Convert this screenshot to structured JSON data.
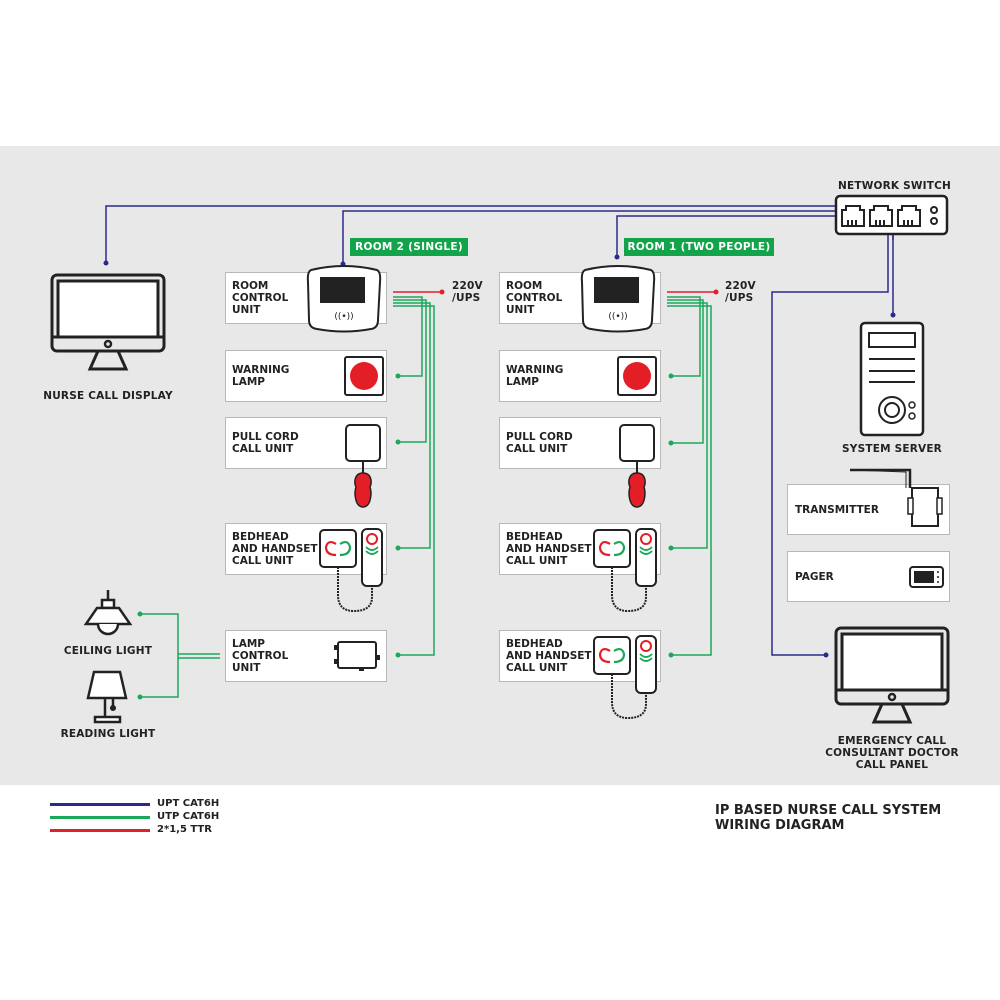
{
  "colors": {
    "background_panel": "#e8e8e8",
    "upt_cat6h": "#2a2a8c",
    "utp_cat6h": "#1aa85a",
    "ttr": "#e0202a",
    "room_tag": "#13a34a",
    "warning_lamp": "#e41e26"
  },
  "devices": {
    "network_switch": "NETWORK SWITCH",
    "nurse_call_display": "NURSE CALL DISPLAY",
    "system_server": "SYSTEM SERVER",
    "transmitter": "TRANSMITTER",
    "pager": "PAGER",
    "emergency_panel": "EMERGENCY CALL\nCONSULTANT DOCTOR\nCALL PANEL",
    "ceiling_light": "CEILING LIGHT",
    "reading_light": "READING LIGHT"
  },
  "rooms": [
    {
      "tag": "ROOM 2 (SINGLE)",
      "power": "220V\n/UPS",
      "units": [
        {
          "label": "ROOM\nCONTROL\nUNIT",
          "icon": "room-control-icon"
        },
        {
          "label": "WARNING\nLAMP",
          "icon": "warning-lamp-icon"
        },
        {
          "label": "PULL CORD\nCALL UNIT",
          "icon": "pull-cord-icon"
        },
        {
          "label": "BEDHEAD\nAND HANDSET\nCALL UNIT",
          "icon": "bedhead-handset-icon"
        },
        {
          "label": "LAMP\nCONTROL\nUNIT",
          "icon": "lamp-control-icon"
        }
      ]
    },
    {
      "tag": "ROOM 1 (TWO PEOPLE)",
      "power": "220V\n/UPS",
      "units": [
        {
          "label": "ROOM\nCONTROL\nUNIT",
          "icon": "room-control-icon"
        },
        {
          "label": "WARNING\nLAMP",
          "icon": "warning-lamp-icon"
        },
        {
          "label": "PULL CORD\nCALL UNIT",
          "icon": "pull-cord-icon"
        },
        {
          "label": "BEDHEAD\nAND HANDSET\nCALL UNIT",
          "icon": "bedhead-handset-icon"
        },
        {
          "label": "BEDHEAD\nAND HANDSET\nCALL UNIT",
          "icon": "bedhead-handset-icon"
        }
      ]
    }
  ],
  "legend": [
    {
      "label": "UPT CAT6H",
      "color": "#2a2a8c"
    },
    {
      "label": "UTP CAT6H",
      "color": "#1aa85a"
    },
    {
      "label": "2*1,5 TTR",
      "color": "#e0202a"
    }
  ],
  "title": "IP BASED NURSE CALL SYSTEM\nWIRING DIAGRAM"
}
